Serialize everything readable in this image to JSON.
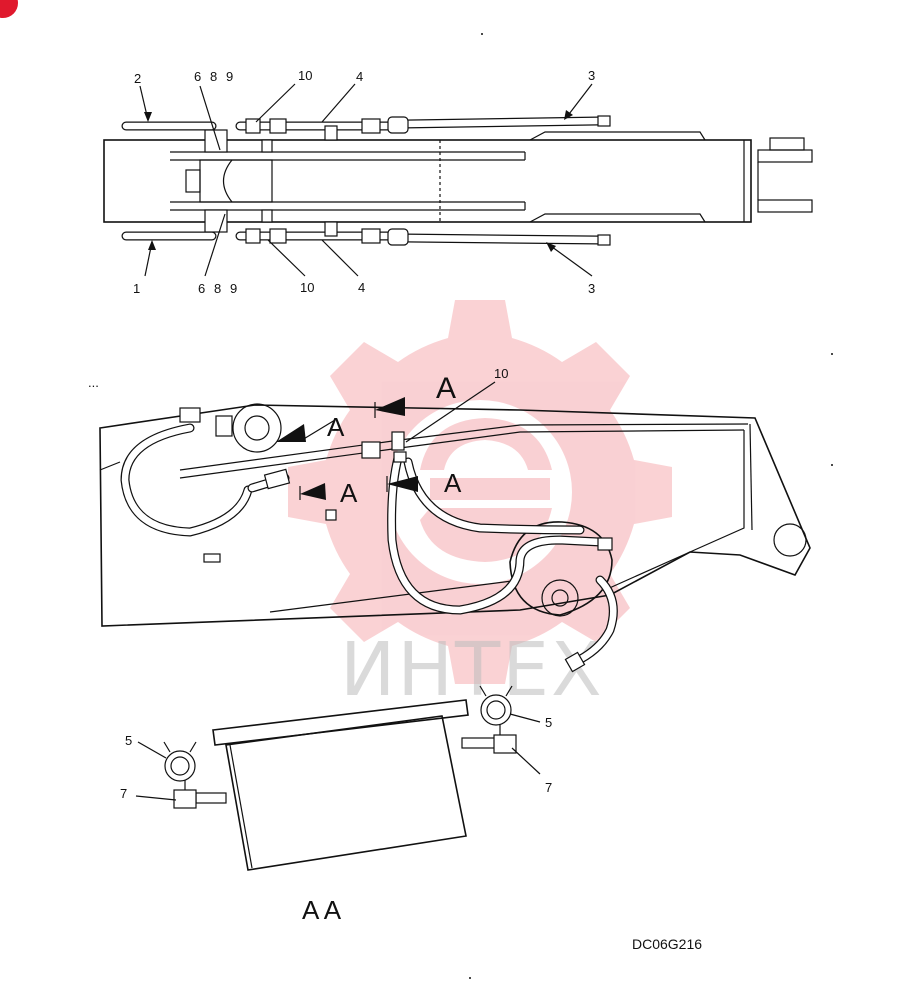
{
  "drawing_code": "DC06G216",
  "watermark": {
    "text": "ИНТЕХ",
    "color": "#e8303c"
  },
  "top_view": {
    "labels_top": {
      "l2": "2",
      "l6": "6",
      "l8": "8",
      "l9": "9",
      "l10": "10",
      "l4": "4",
      "l3": "3"
    },
    "labels_bottom": {
      "l1": "1",
      "l6": "6",
      "l8": "8",
      "l9": "9",
      "l10": "10",
      "l4": "4",
      "l3": "3"
    }
  },
  "side_view": {
    "section_label_top": "A",
    "section_label_left": "A",
    "section_label_mid": "A",
    "section_label_right": "A",
    "callout": "10",
    "stray_mark": "..."
  },
  "section_aa": {
    "left_upper": "5",
    "left_lower": "7",
    "right_upper": "5",
    "right_lower": "7",
    "title": "A A"
  },
  "colors": {
    "line": "#111111",
    "badge": "#e0192d"
  }
}
